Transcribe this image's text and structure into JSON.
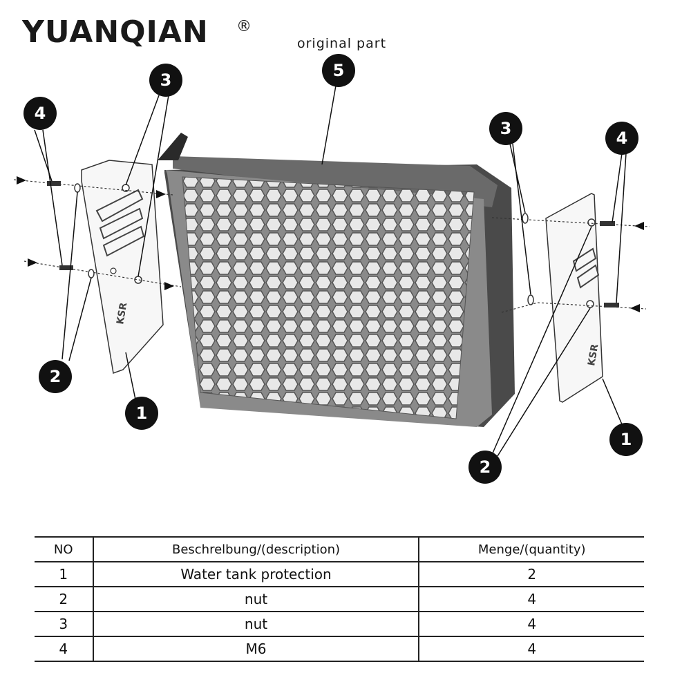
{
  "brand": {
    "name_main": "YUANQIAN",
    "registered": "®",
    "accent_color": "#c8202a"
  },
  "diagram": {
    "original_part_label": "original part",
    "callouts": {
      "left_4": "4",
      "left_3": "3",
      "left_2": "2",
      "left_1": "1",
      "center_5": "5",
      "right_3": "3",
      "right_4": "4",
      "right_2": "2",
      "right_1": "1"
    },
    "plate_logo": "KSR"
  },
  "table": {
    "headers": [
      "NO",
      "Beschrelbung/(description)",
      "Menge/(quantity)"
    ],
    "rows": [
      {
        "no": "1",
        "description": "Water tank protection",
        "quantity": "2"
      },
      {
        "no": "2",
        "description": "nut",
        "quantity": "4"
      },
      {
        "no": "3",
        "description": "nut",
        "quantity": "4"
      },
      {
        "no": "4",
        "description": "M6",
        "quantity": "4"
      }
    ]
  }
}
